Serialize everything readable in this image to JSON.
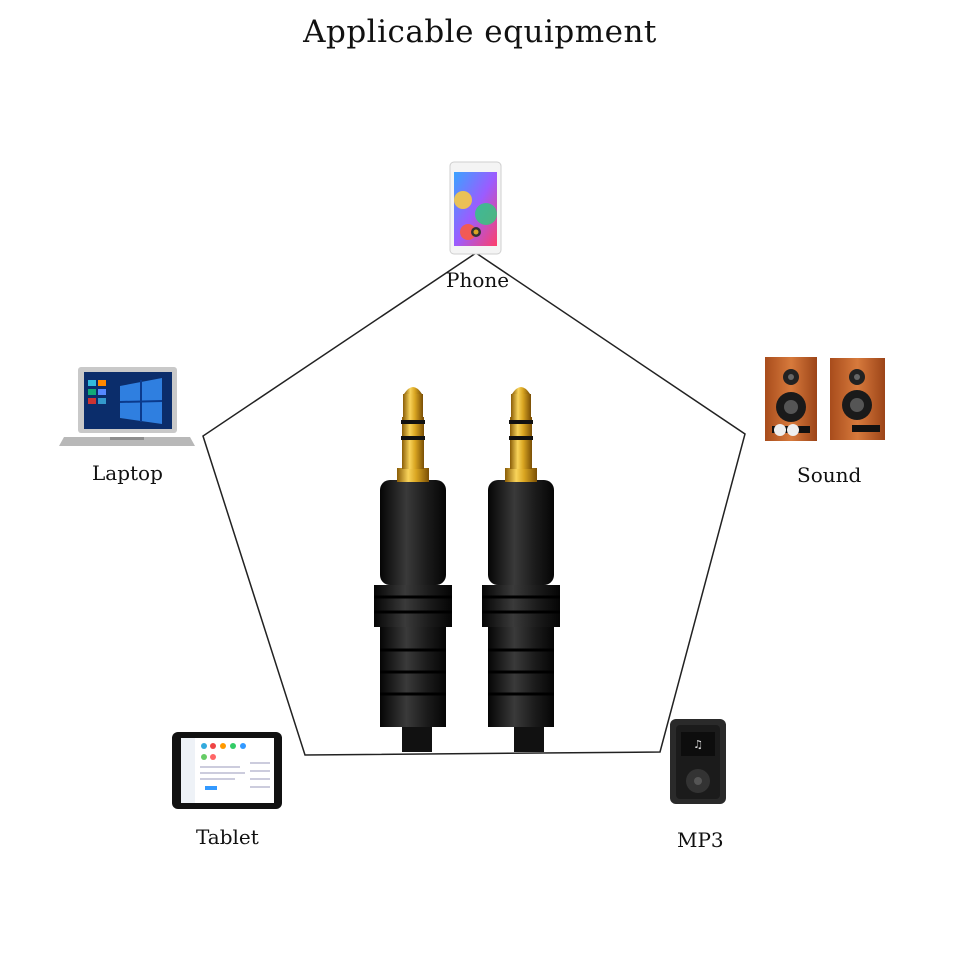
{
  "title": "Applicable equipment",
  "devices": {
    "phone": "Phone",
    "laptop": "Laptop",
    "sound": "Sound",
    "tablet": "Tablet",
    "mp3": "MP3"
  },
  "icons": [
    "phone-icon",
    "laptop-icon",
    "speaker-icon",
    "tablet-icon",
    "mp3-player-icon",
    "audio-cable-icon"
  ],
  "colors": {
    "plug_gold": "#d9a521",
    "cable_black": "#1a1a1a",
    "speaker_wood": "#c8632a"
  }
}
